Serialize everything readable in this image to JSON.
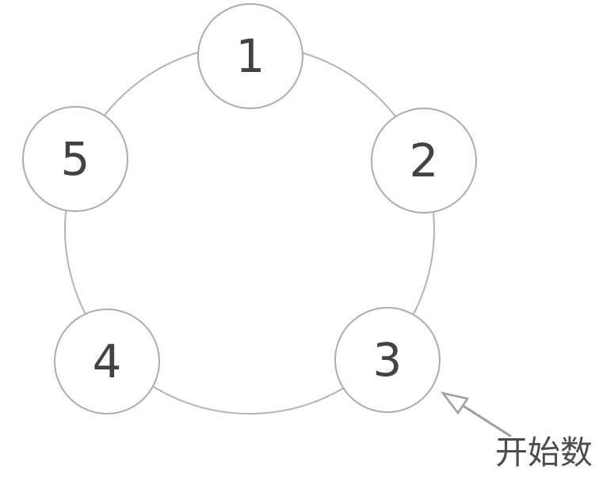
{
  "theme": {
    "bg": "#ffffff",
    "ring-stroke": "#b5b5b5",
    "node-stroke": "#adadad",
    "node-fill": "#ffffff",
    "number-color": "#434343",
    "arrow-color": "#9f9f9f",
    "label-color": "#4c4c4c"
  },
  "diagram": {
    "description": "Five numbered circles arranged on a ring; arrow marks where counting starts",
    "nodes": [
      {
        "label": "1"
      },
      {
        "label": "2"
      },
      {
        "label": "3"
      },
      {
        "label": "4"
      },
      {
        "label": "5"
      }
    ],
    "annotation": {
      "label": "开始数"
    }
  }
}
